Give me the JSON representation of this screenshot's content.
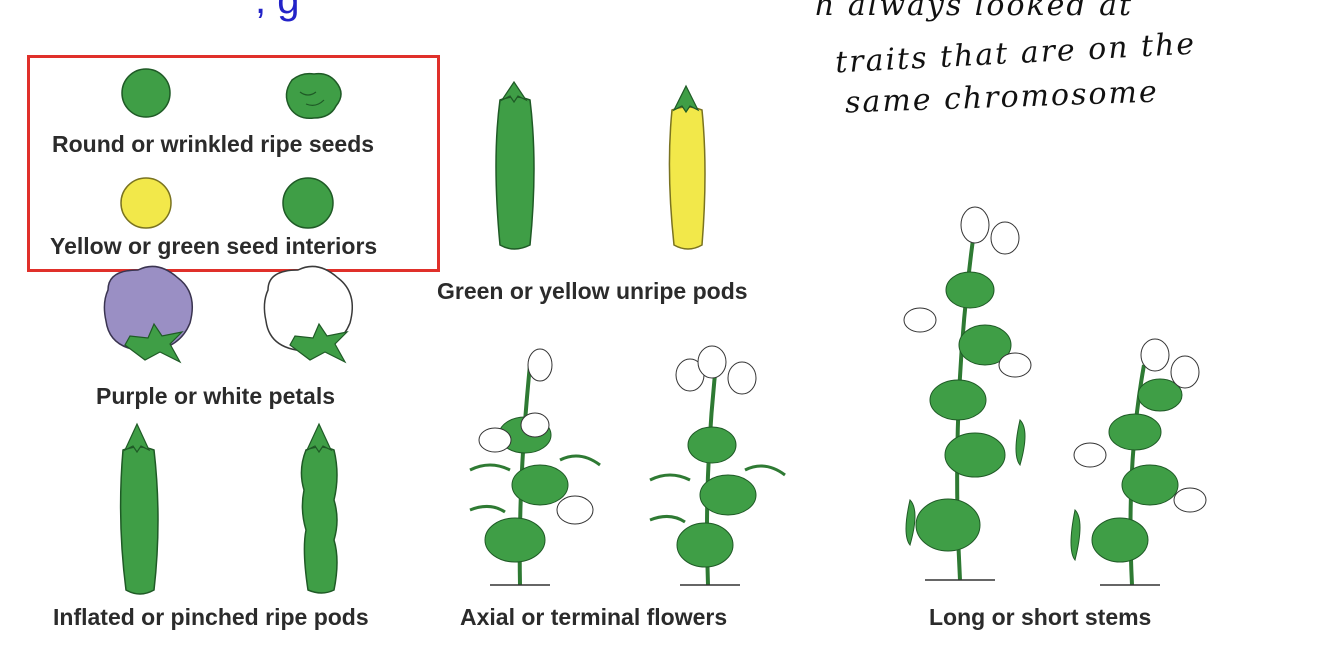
{
  "top_text_fragment": ", g",
  "handwritten_note": {
    "line1": "h always looked at",
    "line2": "traits that are on the",
    "line3": "same chromosome"
  },
  "traits": {
    "seed_shape": "Round or wrinkled ripe seeds",
    "seed_color": "Yellow or green seed interiors",
    "pod_color": "Green or yellow unripe pods",
    "petal_color": "Purple or white petals",
    "pod_shape": "Inflated or pinched ripe pods",
    "flower_position": "Axial or terminal flowers",
    "stem_length": "Long or short stems"
  },
  "colors": {
    "highlight_border": "#e0302a",
    "pea_green": "#3f9e46",
    "pea_yellow": "#f2e84a",
    "petal_purple": "#9a8fc4",
    "heading_blue": "#2323c8"
  }
}
